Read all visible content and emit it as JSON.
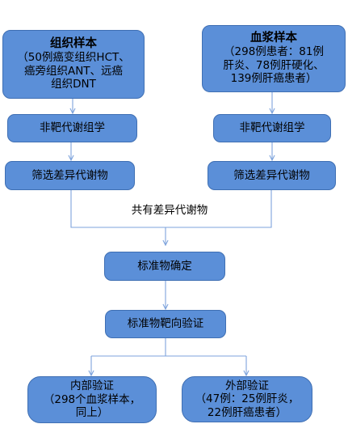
{
  "tissue_sample": {
    "title": "组织样本",
    "lines": [
      "（50例癌变组织HCT、",
      "癌旁组织ANT、远癌",
      "组织DNT"
    ]
  },
  "plasma_sample": {
    "title": "血浆样本",
    "lines": [
      "（298例患者：81例",
      "肝炎、78例肝硬化、",
      "139例肝癌患者）"
    ]
  },
  "untargeted_metabolomics": {
    "left": "非靶代谢组学",
    "right": "非靶代谢组学"
  },
  "screen_differential": {
    "left": "筛选差异代谢物",
    "right": "筛选差异代谢物"
  },
  "common_differential": "共有差异代谢物",
  "biomarker_determination": "标准物确定",
  "targeted_validation": "标准物靶向验证",
  "internal_validation": {
    "title": "内部验证",
    "lines": [
      "（298个血浆样本，",
      "同上）"
    ]
  },
  "external_validation": {
    "title": "外部验证",
    "lines": [
      "（47例：25例肝炎，",
      "22例肝癌患者）"
    ]
  },
  "colors": {
    "box_fill": "#5b8fd8",
    "box_border": "#3f6fb3",
    "connector": "#7da3dc"
  }
}
